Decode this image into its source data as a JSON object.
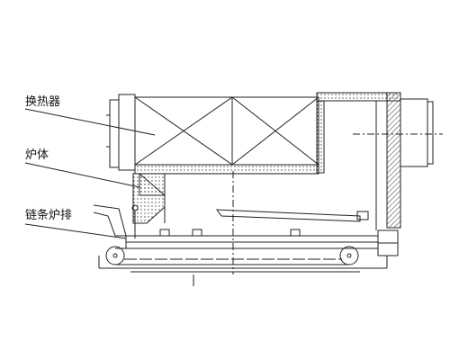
{
  "labels": {
    "heat_exchanger": "换热器",
    "furnace_body": "炉体",
    "chain_grate": "链条炉排"
  },
  "colors": {
    "line": "#222222",
    "hatch": "#555555",
    "background": "#ffffff"
  }
}
